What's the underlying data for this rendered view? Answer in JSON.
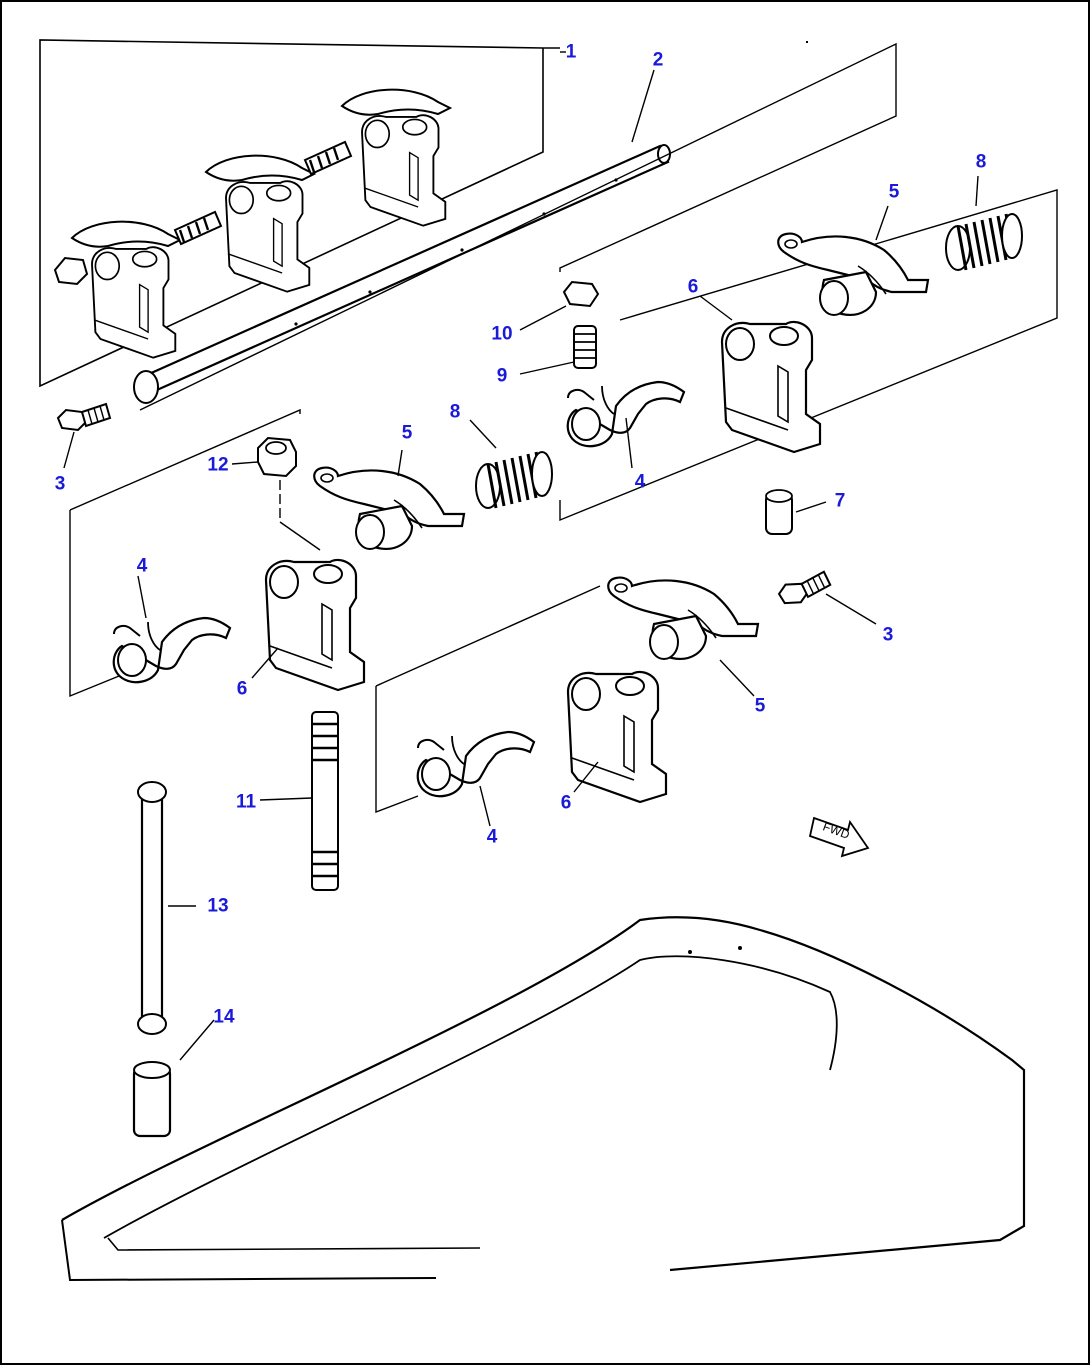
{
  "figure": {
    "callouts": [
      {
        "id": "c1",
        "label": "1",
        "part": "rocker-arm-assembly"
      },
      {
        "id": "c2",
        "label": "2",
        "part": "rocker-shaft"
      },
      {
        "id": "c3a",
        "label": "3",
        "part": "plug"
      },
      {
        "id": "c3b",
        "label": "3",
        "part": "plug"
      },
      {
        "id": "c4a",
        "label": "4",
        "part": "rocker-arm"
      },
      {
        "id": "c4b",
        "label": "4",
        "part": "rocker-arm"
      },
      {
        "id": "c4c",
        "label": "4",
        "part": "rocker-arm"
      },
      {
        "id": "c5a",
        "label": "5",
        "part": "rocker-arm"
      },
      {
        "id": "c5b",
        "label": "5",
        "part": "rocker-arm"
      },
      {
        "id": "c5c",
        "label": "5",
        "part": "rocker-arm"
      },
      {
        "id": "c6a",
        "label": "6",
        "part": "bracket"
      },
      {
        "id": "c6b",
        "label": "6",
        "part": "bracket"
      },
      {
        "id": "c6c",
        "label": "6",
        "part": "bracket"
      },
      {
        "id": "c7",
        "label": "7",
        "part": "dowel"
      },
      {
        "id": "c8a",
        "label": "8",
        "part": "spring"
      },
      {
        "id": "c8b",
        "label": "8",
        "part": "spring"
      },
      {
        "id": "c9",
        "label": "9",
        "part": "adjusting-screw"
      },
      {
        "id": "c10",
        "label": "10",
        "part": "nut"
      },
      {
        "id": "c11",
        "label": "11",
        "part": "stud"
      },
      {
        "id": "c12",
        "label": "12",
        "part": "nut"
      },
      {
        "id": "c13",
        "label": "13",
        "part": "push-rod"
      },
      {
        "id": "c14",
        "label": "14",
        "part": "tappet"
      }
    ],
    "fwd_label": "FWD",
    "colors": {
      "callout": "#1a1ad8",
      "line": "#000000",
      "background": "#ffffff"
    }
  }
}
